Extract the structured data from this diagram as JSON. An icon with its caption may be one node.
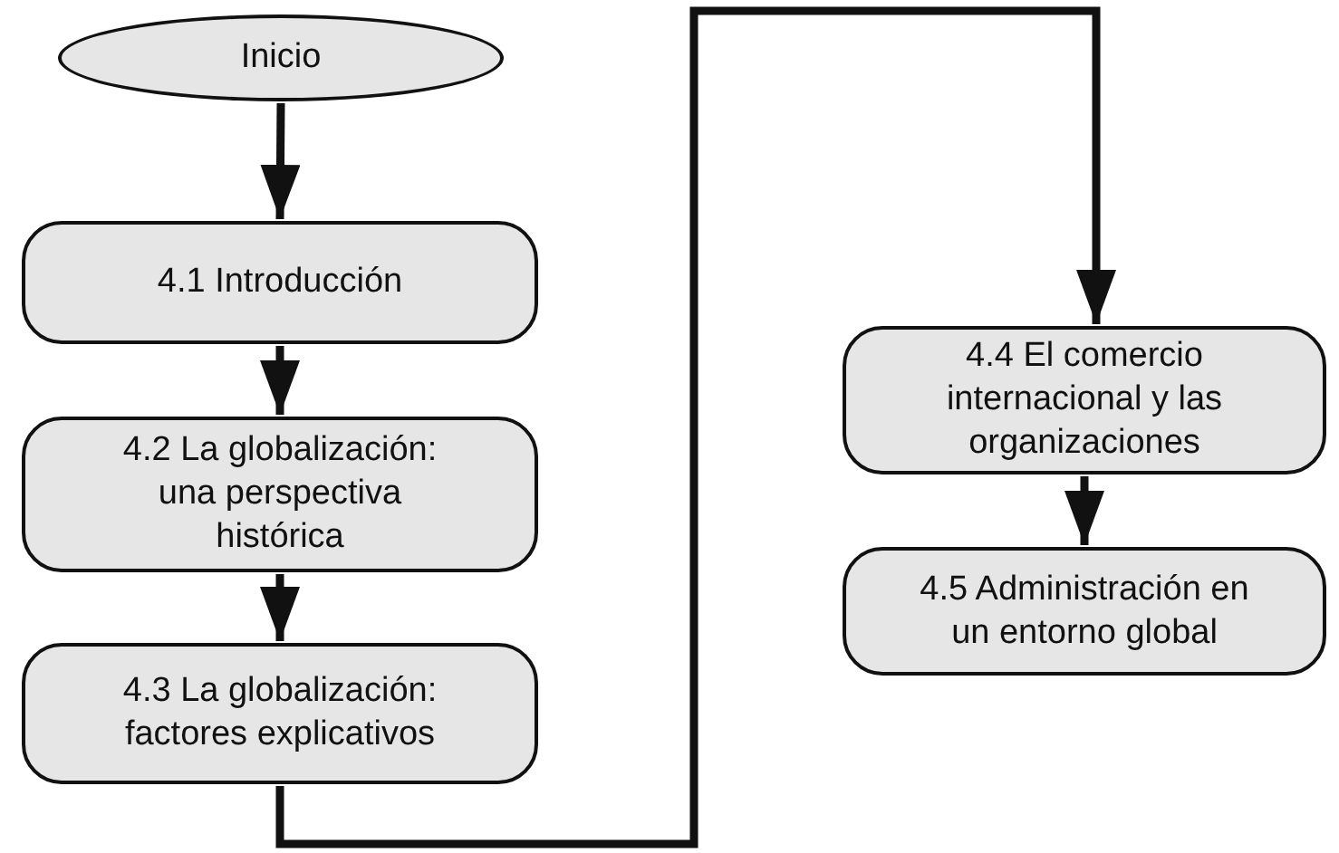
{
  "diagram": {
    "nodes": [
      {
        "text": [
          "Inicio"
        ]
      },
      {
        "text": [
          "4.1 Introducción"
        ]
      },
      {
        "text": [
          "4.2 La globalización: una perspectiva histórica"
        ]
      },
      {
        "text": [
          "4.3 La globalización: factores explicativos"
        ]
      },
      {
        "text": [
          "4.4 El comercio internacional y las organizaciones"
        ]
      },
      {
        "text": [
          "4.5 Administración en un entorno global"
        ]
      }
    ],
    "edges": [
      {
        "from": 0,
        "to": 1,
        "arrow": "to"
      },
      {
        "from": 1,
        "to": 2,
        "arrow": "to"
      },
      {
        "from": 2,
        "to": 3,
        "arrow": "to"
      },
      {
        "from": 3,
        "to": 4,
        "arrow": "to"
      },
      {
        "from": 4,
        "to": 5,
        "arrow": "to"
      }
    ]
  }
}
